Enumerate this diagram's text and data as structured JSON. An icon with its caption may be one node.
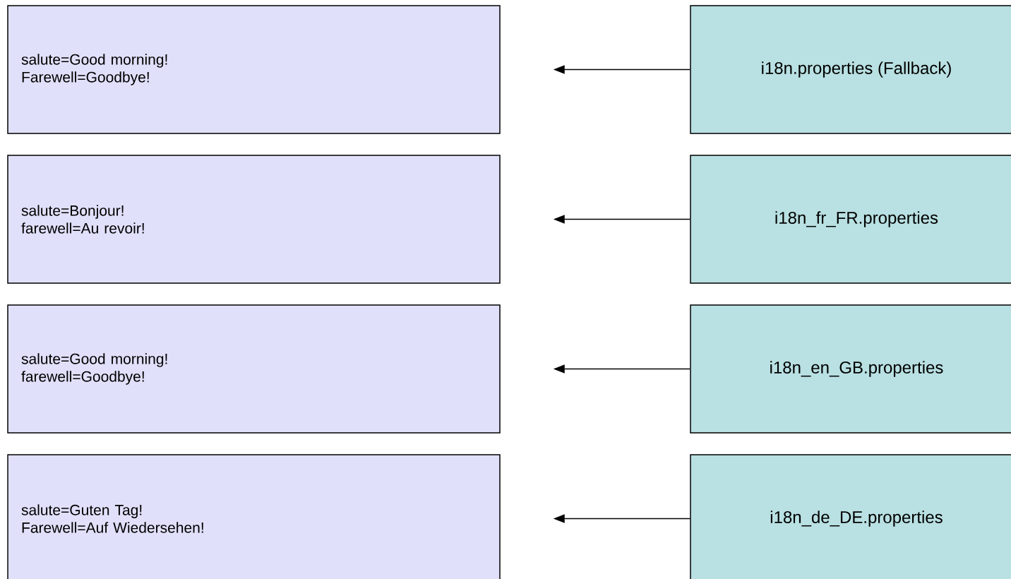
{
  "diagram": {
    "nodes": [
      {
        "text": [
          "salute=Good morning!",
          "Farewell=Goodbye!"
        ]
      },
      {
        "text": [
          "i18n.properties (Fallback)"
        ]
      },
      {
        "text": [
          "salute=Bonjour!",
          "farewell=Au revoir!"
        ]
      },
      {
        "text": [
          "i18n_fr_FR.properties"
        ]
      },
      {
        "text": [
          "salute=Good morning!",
          "farewell=Goodbye!"
        ]
      },
      {
        "text": [
          "i18n_en_GB.properties"
        ]
      },
      {
        "text": [
          "salute=Guten Tag!",
          "Farewell=Auf Wiedersehen!"
        ]
      },
      {
        "text": [
          "i18n_de_DE.properties"
        ]
      }
    ],
    "edges": [
      {
        "from": 1,
        "to": 0,
        "arrow": "to"
      },
      {
        "from": 3,
        "to": 2,
        "arrow": "to"
      },
      {
        "from": 5,
        "to": 4,
        "arrow": "to"
      },
      {
        "from": 7,
        "to": 6,
        "arrow": "to"
      }
    ]
  }
}
